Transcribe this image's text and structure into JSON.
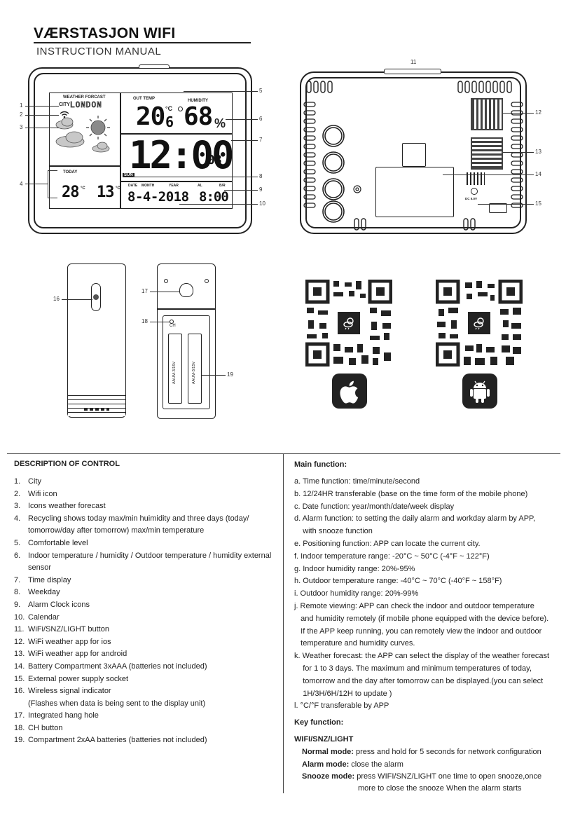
{
  "header": {
    "title": "VÆRSTASJON WIFI",
    "subtitle": "INSTRUCTION MANUAL"
  },
  "display": {
    "weather_forecast": "WEATHER FORCAST",
    "city_label": "CITY",
    "city_name": "LONDON",
    "out_temp_label": "OUT TEMP",
    "humidity_label": "HUMIDITY",
    "out_temp_main": "20",
    "out_temp_unit": "°C",
    "out_temp_dec": "6",
    "humidity_value": "68",
    "humidity_unit": "%",
    "time_main": "12:00",
    "time_sec": "08",
    "weekday": "SUN",
    "today_label": "TODAY",
    "max_temp": "28",
    "min_temp": "13",
    "temp_unit": "°C",
    "date_label": "DATE",
    "month_label": "MONTH",
    "year_label": "YEAR",
    "al_label": "AL",
    "snz_label": "B/R",
    "date_value": "8-4-2018",
    "alarm_value": "8:00"
  },
  "back": {
    "power_label": "DC 5.0V",
    "battery_label_1": "AAUM-3/15V",
    "battery_label_2": "AAUM-3/15V",
    "ch_label": "CH"
  },
  "callouts": [
    "1",
    "2",
    "3",
    "4",
    "5",
    "6",
    "7",
    "8",
    "9",
    "10",
    "11",
    "12",
    "13",
    "14",
    "15",
    "16",
    "17",
    "18",
    "19"
  ],
  "icons": {
    "ios": "apple-icon",
    "android": "android-icon",
    "colors": {
      "dark": "#222222",
      "cloud": "#bdbdbd",
      "sun": "#8a8a8a"
    }
  },
  "description": {
    "heading": "DESCRIPTION OF CONTROL",
    "items": [
      {
        "num": "1.",
        "text": "City"
      },
      {
        "num": "2.",
        "text": "Wifi icon"
      },
      {
        "num": "3.",
        "text": "Icons weather forecast"
      },
      {
        "num": "4.",
        "text": "Recycling shows today max/min huimidity and three days (today/ tomorrow/day after tomorrow) max/min temperature"
      },
      {
        "num": "5.",
        "text": "Comfortable level"
      },
      {
        "num": "6.",
        "text": "Indoor temperature / humidity / Outdoor temperature / humidity external sensor"
      },
      {
        "num": "7.",
        "text": "Time display"
      },
      {
        "num": "8.",
        "text": "Weekday"
      },
      {
        "num": "9.",
        "text": " Alarm Clock icons"
      },
      {
        "num": "10.",
        "text": "Calendar"
      },
      {
        "num": "11.",
        "text": "WiFi/SNZ/LIGHT button"
      },
      {
        "num": "12.",
        "text": "WiFi weather app for ios"
      },
      {
        "num": "13.",
        "text": "WiFi weather app for android"
      },
      {
        "num": "14.",
        "text": "Battery Compartment 3xAAA (batteries not included)"
      },
      {
        "num": "15.",
        "text": "External power supply socket"
      },
      {
        "num": "16.",
        "text": "Wireless signal indicator"
      },
      {
        "num": "",
        "text": "(Flashes when data is being sent to the display unit)"
      },
      {
        "num": "17.",
        "text": "Integrated hang hole"
      },
      {
        "num": "18.",
        "text": "CH button"
      },
      {
        "num": "19.",
        "text": "Compartment 2xAA batteries (batteries not included)"
      }
    ]
  },
  "main_function": {
    "heading": "Main function:",
    "lines": [
      "a. Time function: time/minute/second",
      "b. 12/24HR transferable (base on the time form of the mobile phone)",
      "c. Date function: year/month/date/week display",
      "d. Alarm function: to setting the daily alarm and workday alarm by APP,",
      "    with snooze function",
      "e. Positioning function: APP can locate the current city.",
      "f. Indoor temperature range: -20°C ~ 50°C (-4°F ~ 122°F)",
      "g. Indoor humidity range: 20%-95%",
      "h. Outdoor temperature range: -40°C ~ 70°C (-40°F ~ 158°F)",
      "i. Outdoor humidity range: 20%-99%",
      "j. Remote viewing: APP can check the indoor and outdoor temperature",
      "   and humidity remotely (if mobile phone equipped with the device before).",
      "   If the APP keep running, you can remotely view the indoor and outdoor",
      "   temperature and humidity curves.",
      "k. Weather forecast: the APP can select the display of the weather forecast",
      "    for 1 to 3 days. The maximum and minimum temperatures of today,",
      "    tomorrow and the day after tomorrow can be displayed.(you can select",
      "    1H/3H/6H/12H to update )",
      "l. °C/°F transferable by APP"
    ]
  },
  "key_function": {
    "heading": "Key function:",
    "subheading": "WIFI/SNZ/LIGHT",
    "normal_label": "Normal mode:",
    "normal_text": " press and hold for 5 seconds for network configuration",
    "alarm_label": "Alarm mode:",
    "alarm_text": " close the alarm",
    "snooze_label": "Snooze mode:",
    "snooze_text": " press WIFI/SNZ/LIGHT one time to open snooze,once",
    "snooze_text2": "more to close the snooze When the alarm starts"
  }
}
